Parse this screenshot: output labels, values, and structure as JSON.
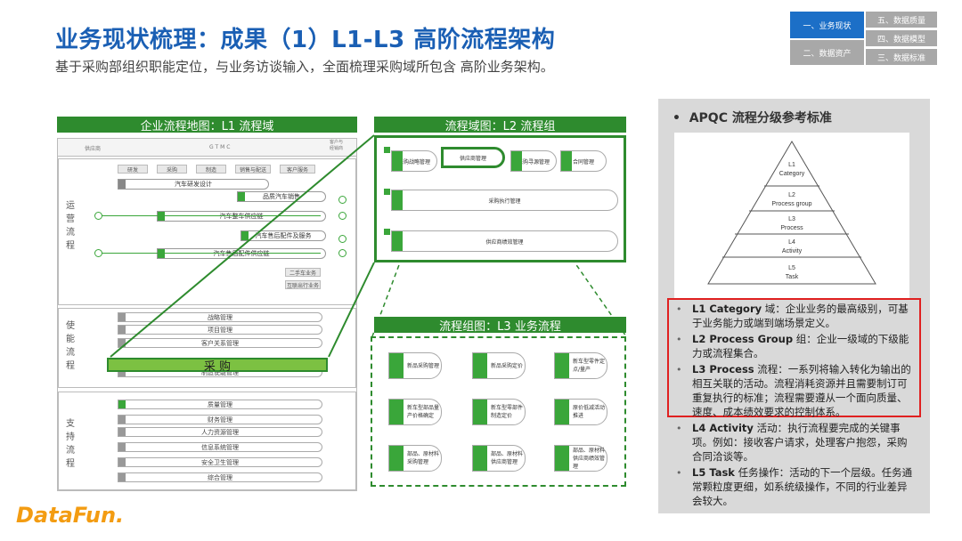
{
  "header": {
    "title": "业务现状梳理：成果（1）L1-L3 高阶流程架构",
    "subtitle": "基于采购部组织职能定位，与业务访谈输入，全面梳理采购域所包含 高阶业务架构。"
  },
  "nav": {
    "items": [
      "一、业务现状",
      "二、数据资产",
      "三、数据标准",
      "四、数据模型",
      "五、数据质量"
    ]
  },
  "l1": {
    "header": "企业流程地图：L1 流程域",
    "top_left": "供应商",
    "top_center": "G T M C",
    "top_right": "客户与\n经销商",
    "lanes": [
      "研发",
      "采购",
      "制造",
      "销售与配送",
      "客户服务"
    ],
    "sec1_label": [
      "运",
      "营",
      "流",
      "程"
    ],
    "sec1_bars": [
      "汽车研发设计",
      "品质汽车销售",
      "汽车整车供应链",
      "汽车售后配件及服务",
      "汽车售后配件供应链"
    ],
    "sec1_small": [
      "二手车业务",
      "互联出行业务"
    ],
    "sec2_label": [
      "使",
      "能",
      "流",
      "程"
    ],
    "sec2_rows": [
      "战略管理",
      "项目管理",
      "客户关系管理",
      "采 购",
      "制造使能管理"
    ],
    "sec3_label": [
      "支",
      "持",
      "流",
      "程"
    ],
    "sec3_rows": [
      "质量管理",
      "财务管理",
      "人力资源管理",
      "信息系统管理",
      "安全卫生管理",
      "综合管理"
    ]
  },
  "l2": {
    "header": "流程域图：L2 流程组",
    "row1": [
      "采购战略管理",
      "供应商管理",
      "采购寻源管理",
      "合同管理"
    ],
    "row2": "采购执行管理",
    "row3": "供应商绩效管理"
  },
  "l3": {
    "header": "流程组图：L3 业务流程",
    "items": [
      "新品采购管理",
      "新品采购定价",
      "新车型零件定点/量产",
      "新车型部品量产价格确定",
      "新车型零部件制造定价",
      "原价低减活动推进",
      "部品、原材料采购管理",
      "部品、原材料供应商管理",
      "部品、原材料供应商绩效管理"
    ]
  },
  "apqc": {
    "title": "APQC 流程分级参考标准",
    "levels": [
      {
        "code": "L1",
        "name": "Category"
      },
      {
        "code": "L2",
        "name": "Process group"
      },
      {
        "code": "L3",
        "name": "Process"
      },
      {
        "code": "L4",
        "name": "Activity"
      },
      {
        "code": "L5",
        "name": "Task"
      }
    ],
    "defs": [
      {
        "key": "L1 Category",
        "text": "域：企业业务的最高级别，可基于业务能力或端到端场景定义。"
      },
      {
        "key": "L2 Process Group",
        "text": "组：企业一级域的下级能力或流程集合。"
      },
      {
        "key": "L3 Process",
        "text": "流程：一系列将输入转化为输出的相互关联的活动。流程消耗资源并且需要制订可重复执行的标准；流程需要遵从一个面向质量、速度、成本绩效要求的控制体系。"
      },
      {
        "key": "L4 Activity",
        "text": "活动：执行流程要完成的关键事项。例如：接收客户请求，处理客户抱怨，采购合同洽谈等。"
      },
      {
        "key": "L5 Task",
        "text": "任务操作：活动的下一个层级。任务通常颗粒度更细，如系统级操作，不同的行业差异会较大。"
      }
    ]
  },
  "logo": "DataFun."
}
